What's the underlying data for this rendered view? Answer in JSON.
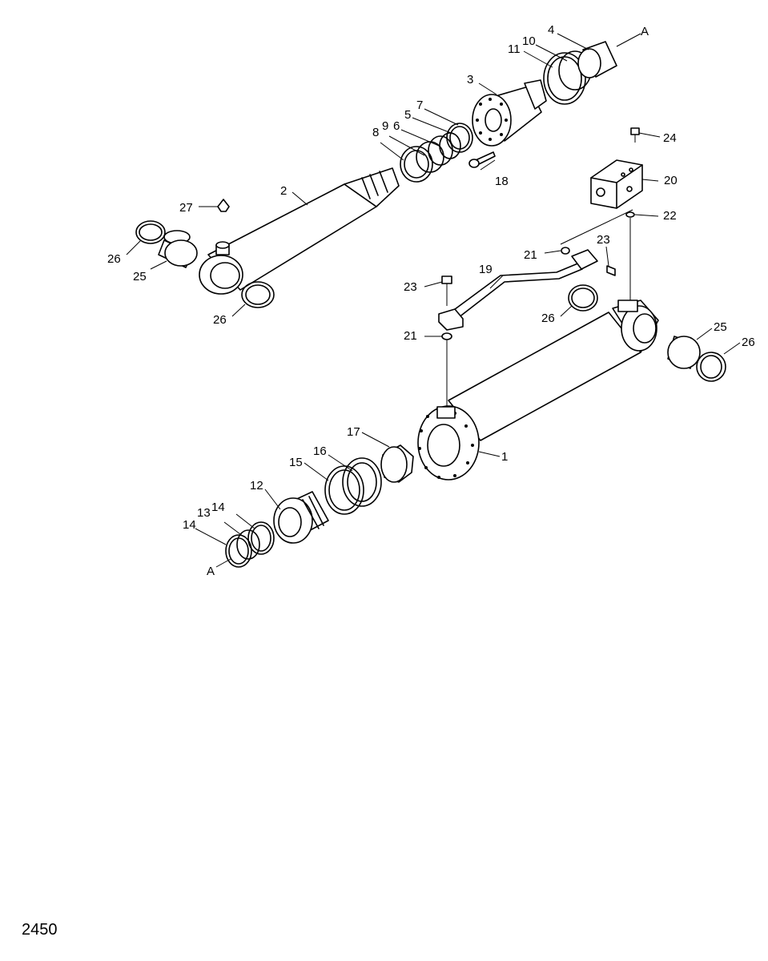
{
  "page_code": "2450",
  "callouts": {
    "c1": "1",
    "c2": "2",
    "c3": "3",
    "c4": "4",
    "c5": "5",
    "c6": "6",
    "c7": "7",
    "c8": "8",
    "c9": "9",
    "c10": "10",
    "c11": "11",
    "c12": "12",
    "c13": "13",
    "c14a": "14",
    "c14b": "14",
    "c15": "15",
    "c16": "16",
    "c17": "17",
    "c18": "18",
    "c19": "19",
    "c20": "20",
    "c21a": "21",
    "c21b": "21",
    "c22": "22",
    "c23a": "23",
    "c23b": "23",
    "c24": "24",
    "c25a": "25",
    "c25b": "25",
    "c26a": "26",
    "c26b": "26",
    "c26c": "26",
    "c26d": "26",
    "c27": "27",
    "refA1": "A",
    "refA2": "A"
  }
}
